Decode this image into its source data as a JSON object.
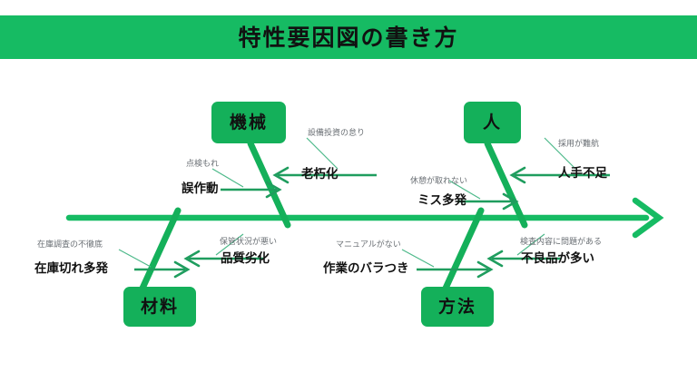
{
  "header": {
    "title": "特性要因図の書き方",
    "banner_color": "#16bb63"
  },
  "theme": {
    "green": "#14b05a",
    "spine_green": "#16bb63",
    "arrow_green": "#1f9d5e",
    "thin_line": "#4db98a",
    "text_dark": "#111111",
    "text_gray": "#6a6f74",
    "background": "#ffffff"
  },
  "diagram": {
    "type": "fishbone",
    "spine_label": "",
    "categories": [
      {
        "id": "machine",
        "label": "機械",
        "position": "top-left",
        "causes": [
          {
            "main": "老朽化",
            "sub": "設備投資の怠り",
            "arrow": "left"
          },
          {
            "main": "誤作動",
            "sub": "点検もれ",
            "arrow": "right"
          }
        ]
      },
      {
        "id": "people",
        "label": "人",
        "position": "top-right",
        "causes": [
          {
            "main": "人手不足",
            "sub": "採用が難航",
            "arrow": "left"
          },
          {
            "main": "ミス多発",
            "sub": "休憩が取れない",
            "arrow": "right"
          }
        ]
      },
      {
        "id": "material",
        "label": "材料",
        "position": "bottom-left",
        "causes": [
          {
            "main": "品質劣化",
            "sub": "保管状況が悪い",
            "arrow": "left"
          },
          {
            "main": "在庫切れ多発",
            "sub": "在庫調査の不徹底",
            "arrow": "right"
          }
        ]
      },
      {
        "id": "method",
        "label": "方法",
        "position": "bottom-right",
        "causes": [
          {
            "main": "不良品が多い",
            "sub": "検査内容に問題がある",
            "arrow": "left"
          },
          {
            "main": "作業のバラつき",
            "sub": "マニュアルがない",
            "arrow": "right"
          }
        ]
      }
    ]
  }
}
